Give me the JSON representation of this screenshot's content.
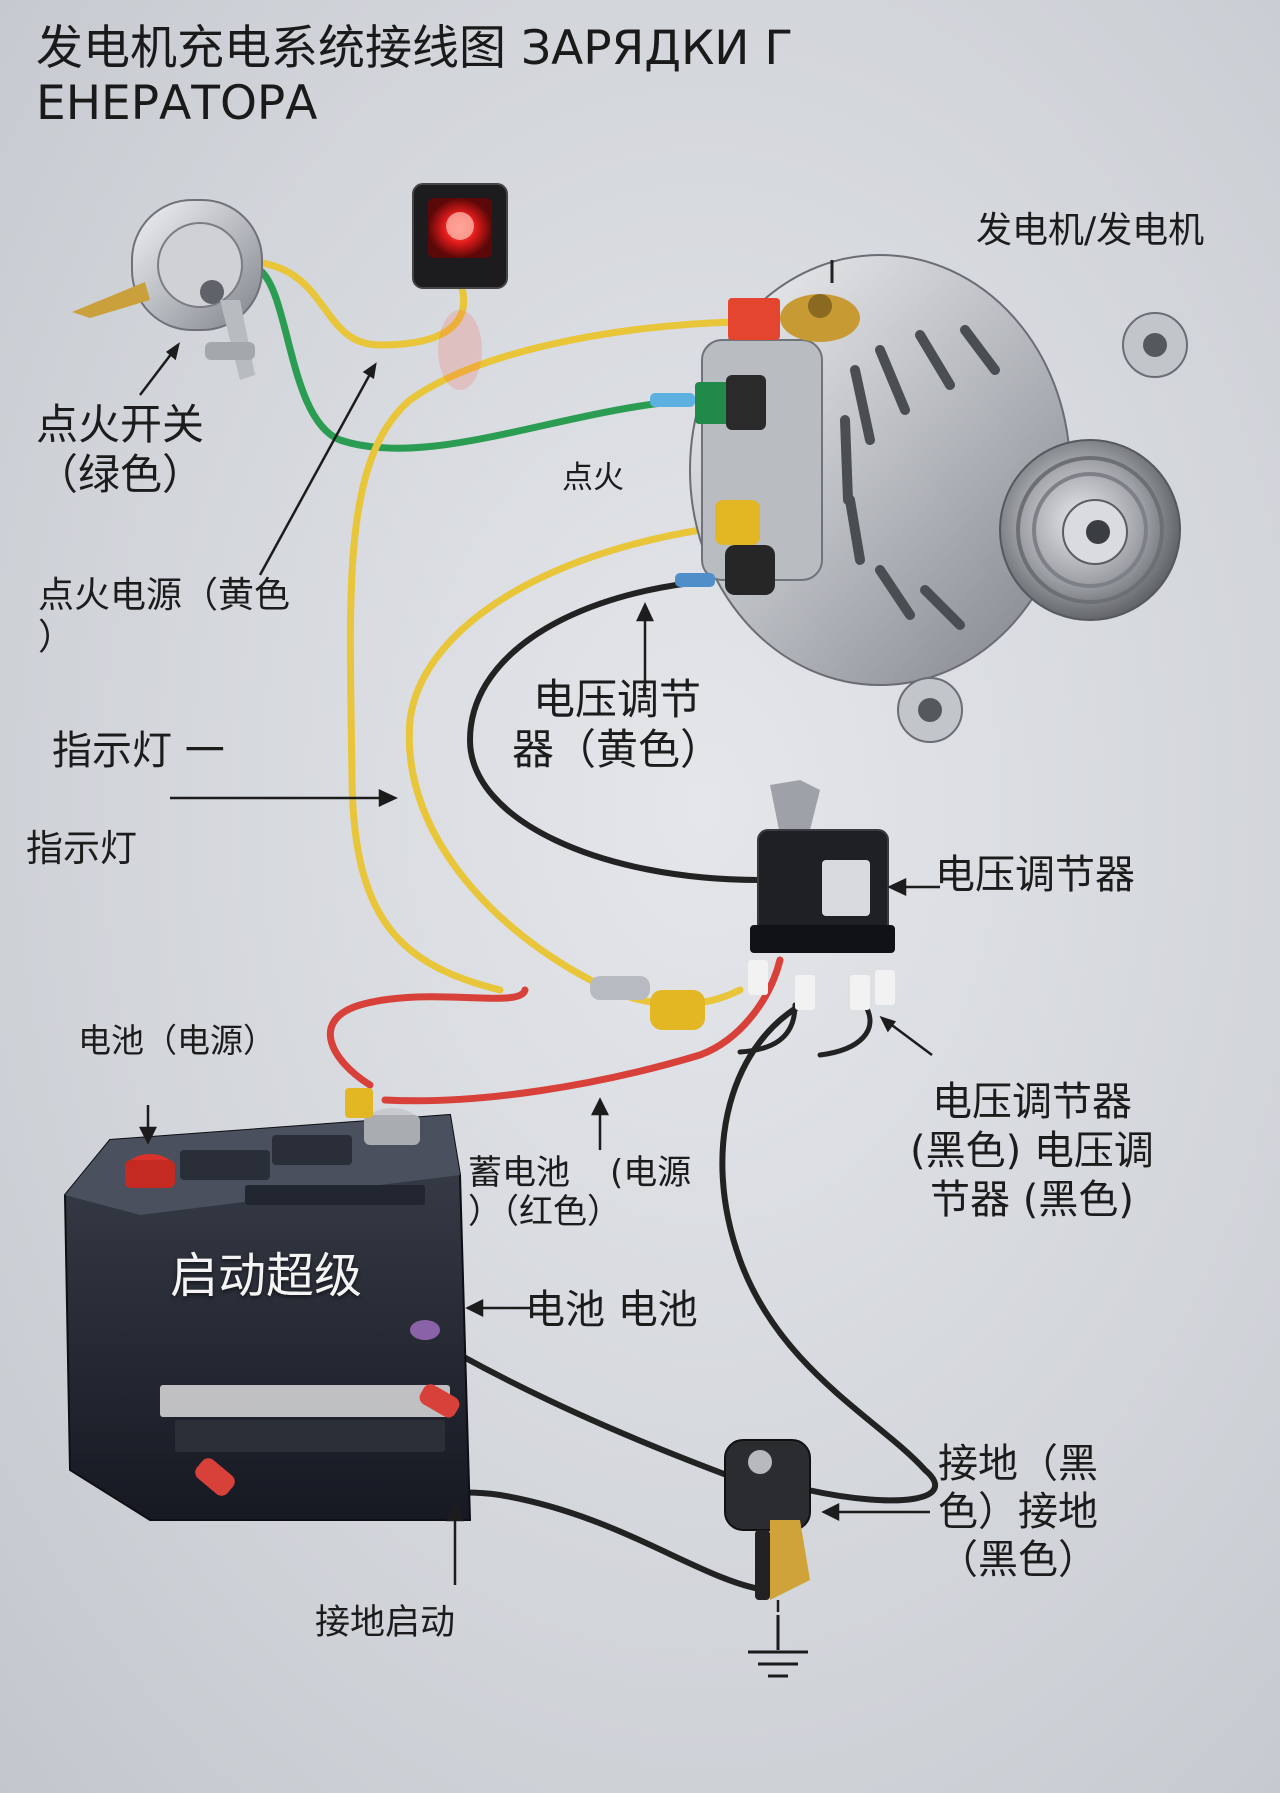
{
  "title": "发电机充电系统接线图 ЗАРЯДКИ Г\nЕНЕРАТОРА",
  "labels": {
    "alternator": "发电机/发电机",
    "ignition_switch": "点火开关\n（绿色）",
    "ignition": "点火",
    "ignition_power": "点火电源（黄色\n）",
    "regulator_yellow": "电压调节\n器（黄色）",
    "indicator_1": "指示灯 一",
    "indicator_2": "指示灯",
    "regulator": "电压调节器",
    "battery_power": "电池（电源）",
    "regulator_black": "电压调节器\n(黑色) 电压调\n节器 (黑色)",
    "battery_red_a": "蓄电池",
    "battery_red_b": "(电源",
    "battery_red_c": "）（红色）",
    "battery_battery": "电池 电池",
    "ground_black": "接地（黑\n色）接地\n（黑色）",
    "ground_start": "接地启动"
  },
  "battery_brand": "启动超级",
  "colors": {
    "wire_yellow": "#e9c53a",
    "wire_green": "#2a9d52",
    "wire_red": "#d8413a",
    "wire_black": "#222222",
    "indicator_lamp": "#e31b1b"
  }
}
